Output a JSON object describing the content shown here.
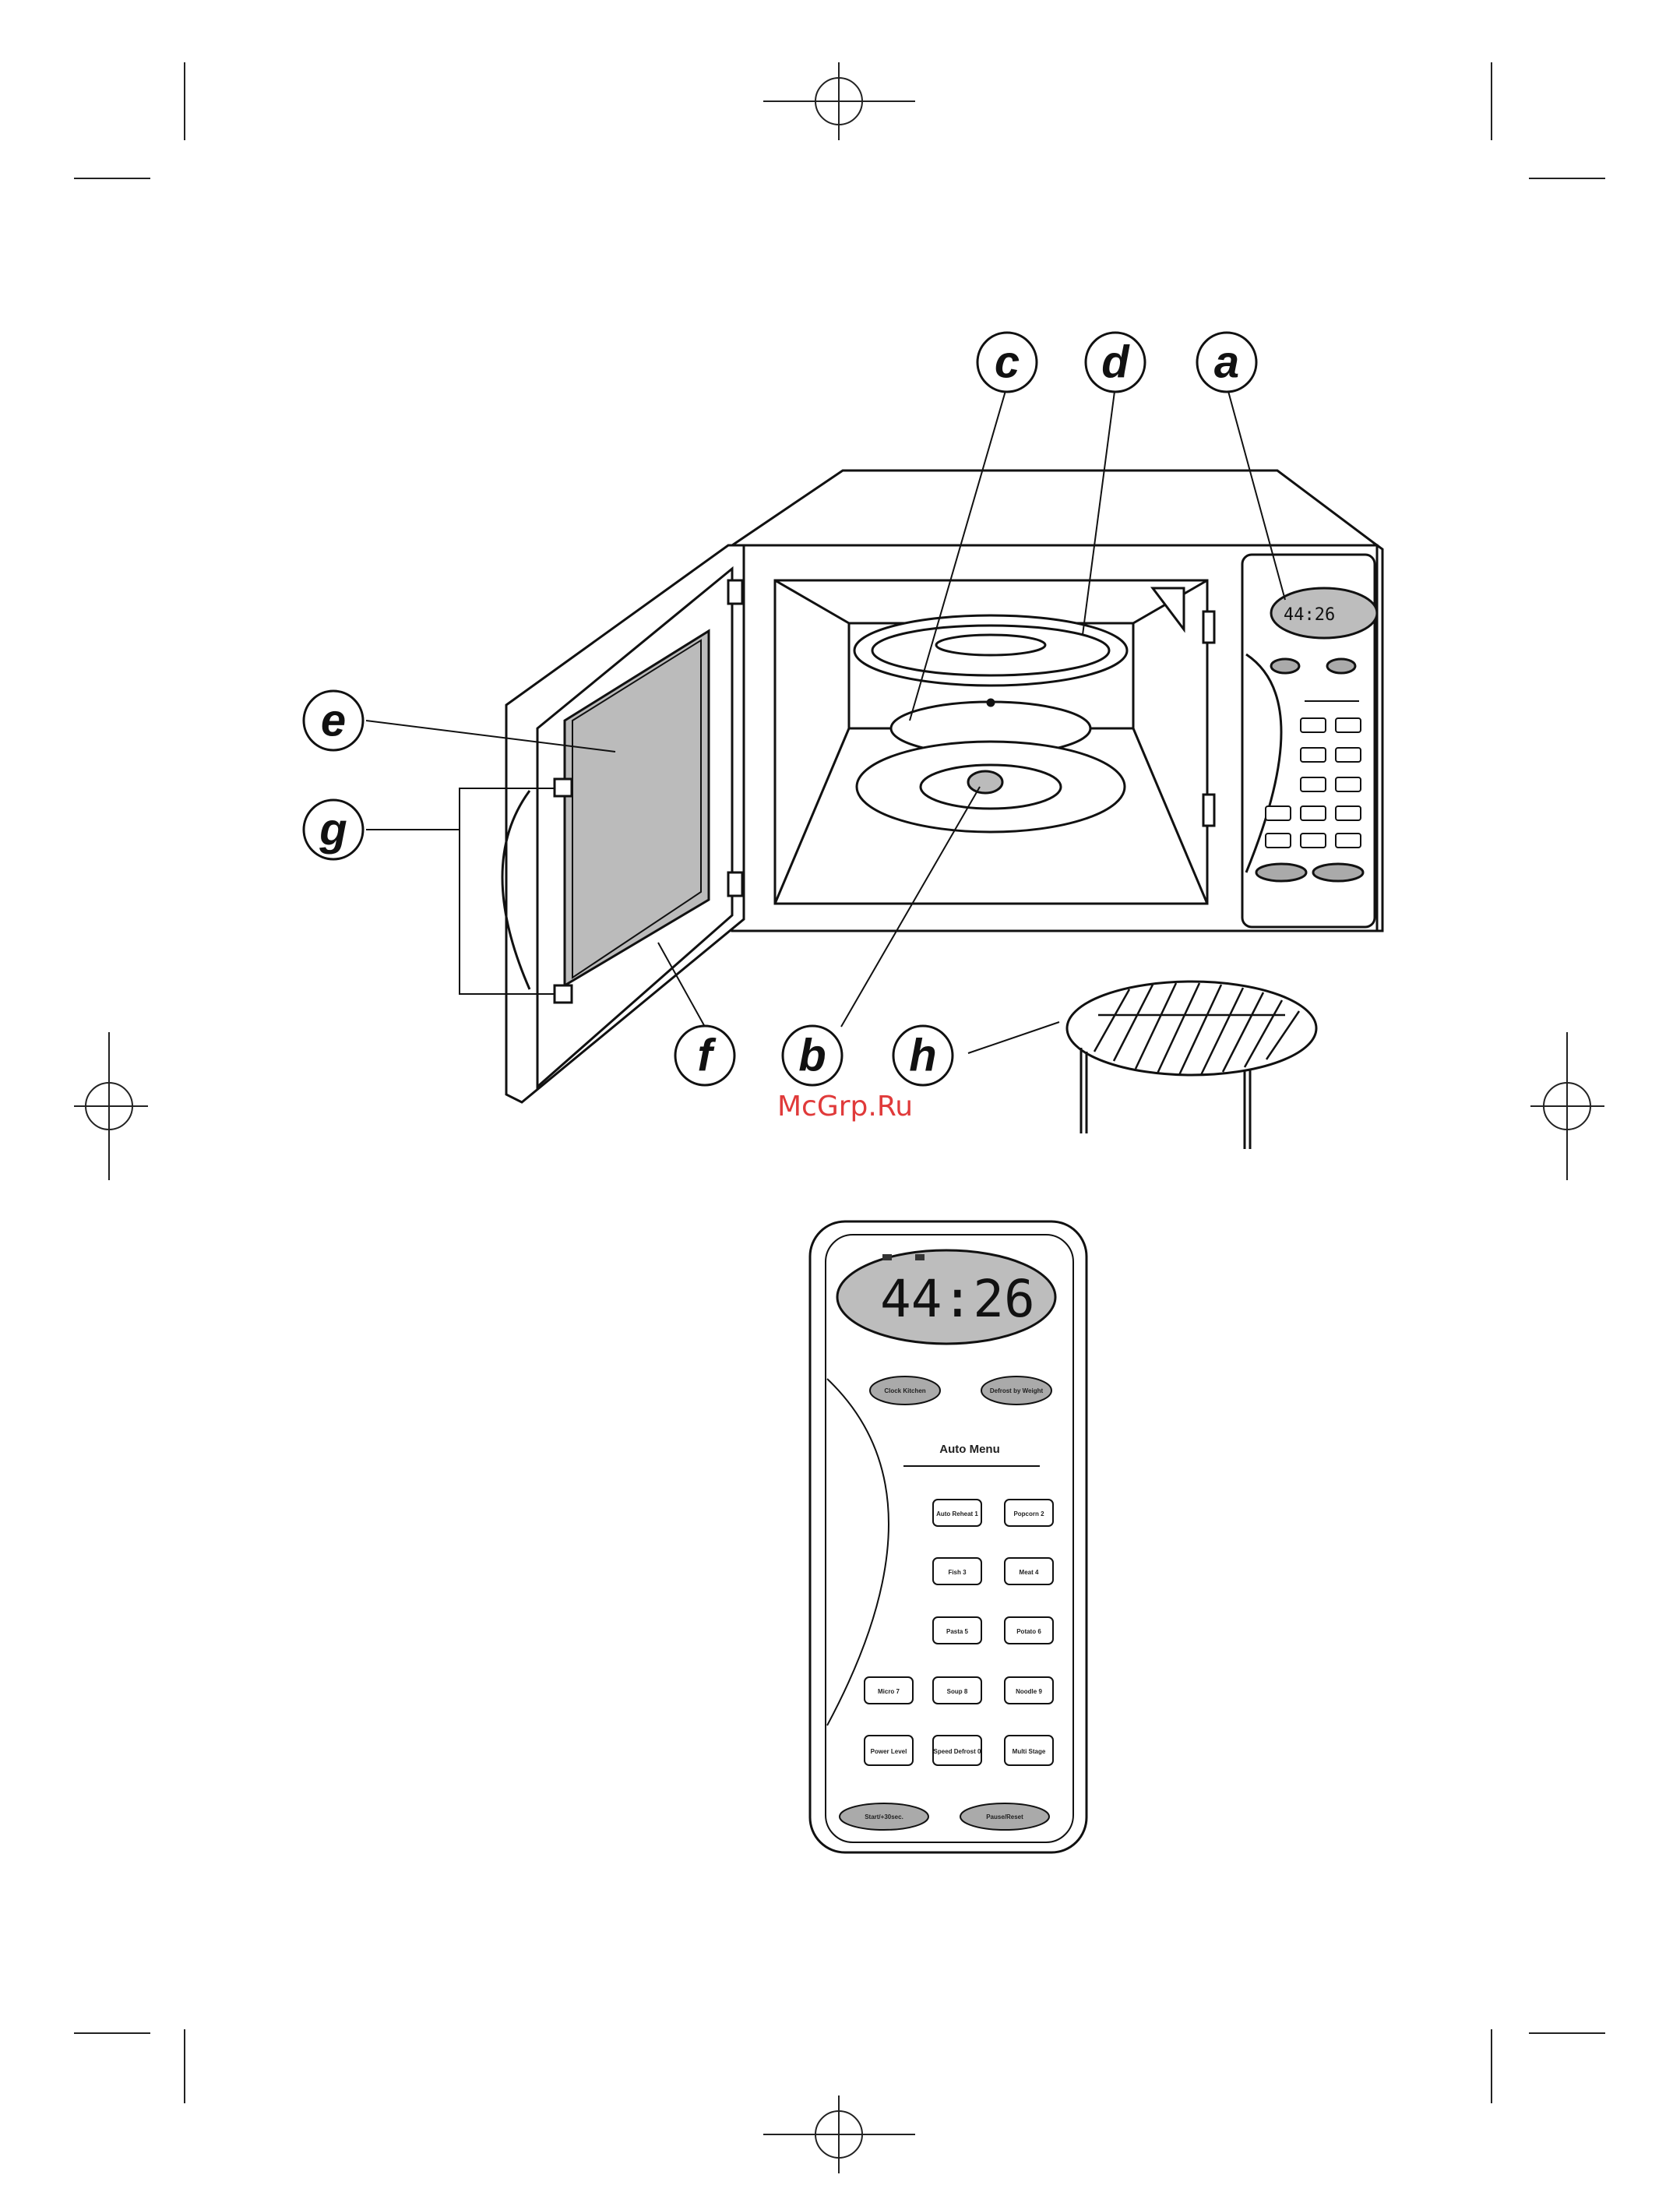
{
  "callouts": {
    "a": "a",
    "b": "b",
    "c": "c",
    "d": "d",
    "e": "e",
    "f": "f",
    "g": "g",
    "h": "h"
  },
  "watermark": "McGrp.Ru",
  "panel": {
    "display": "44:26",
    "heading": "Auto Menu",
    "top_buttons": [
      "Clock Kitchen",
      "Defrost by Weight"
    ],
    "keys": [
      [
        "Auto Reheat 1",
        "Popcorn 2"
      ],
      [
        "Fish 3",
        "Meat 4"
      ],
      [
        "Pasta 5",
        "Potato 6"
      ],
      [
        "Micro 7",
        "Soup 8",
        "Noodle 9"
      ],
      [
        "Power Level",
        "Speed Defrost 0",
        "Multi Stage"
      ]
    ],
    "bottom_buttons": [
      "Start/+30sec.",
      "Pause/Reset"
    ]
  }
}
